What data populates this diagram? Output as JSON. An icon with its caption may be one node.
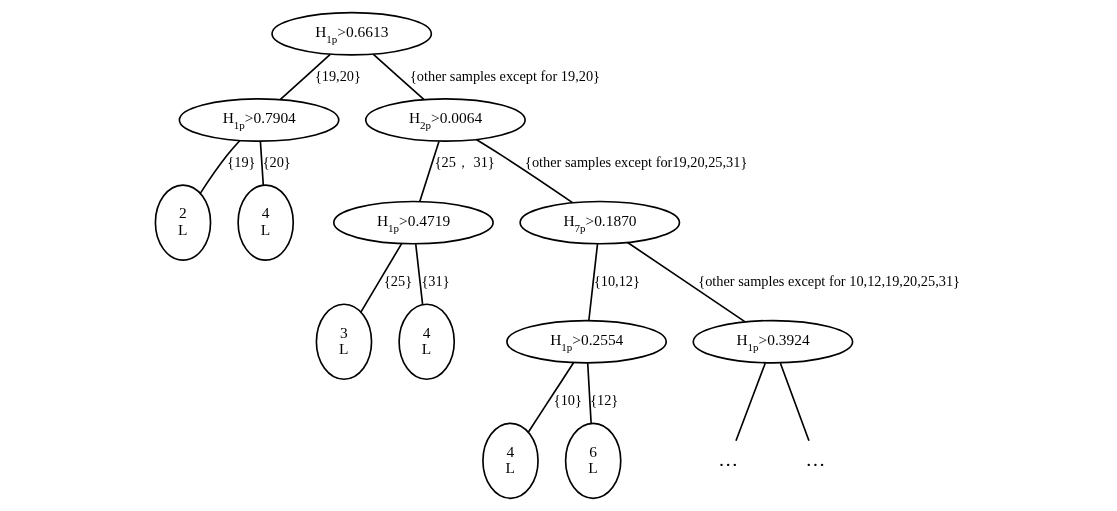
{
  "diagram": {
    "nodes": [
      {
        "text": [
          "H$_{1p}$>0.6613"
        ]
      },
      {
        "text": [
          "H$_{1p}$>0.7904"
        ]
      },
      {
        "text": [
          "H$_{2p}$>0.0064"
        ]
      },
      {
        "text": [
          "2",
          "L"
        ]
      },
      {
        "text": [
          "4",
          "L"
        ]
      },
      {
        "text": [
          "H$_{1p}$>0.4719"
        ]
      },
      {
        "text": [
          "H$_{7p}$>0.1870"
        ]
      },
      {
        "text": [
          "3",
          "L"
        ]
      },
      {
        "text": [
          "4",
          "L"
        ]
      },
      {
        "text": [
          "H$_{1p}$>0.2554"
        ]
      },
      {
        "text": [
          "H$_{1p}$>0.3924"
        ]
      },
      {
        "text": [
          "4",
          "L"
        ]
      },
      {
        "text": [
          "6",
          "L"
        ]
      },
      {
        "text": [
          "…"
        ]
      },
      {
        "text": [
          "…"
        ]
      }
    ],
    "edges": [
      {
        "from": 0,
        "to": 1,
        "arrow": "none",
        "label": "{19,20}"
      },
      {
        "from": 0,
        "to": 2,
        "arrow": "none",
        "label": "{other samples except for 19,20}"
      },
      {
        "from": 1,
        "to": 3,
        "arrow": "none",
        "label": "{19}"
      },
      {
        "from": 1,
        "to": 4,
        "arrow": "none",
        "label": "{20}"
      },
      {
        "from": 2,
        "to": 5,
        "arrow": "none",
        "label": "{25， 31}"
      },
      {
        "from": 2,
        "to": 6,
        "arrow": "none",
        "label": "{other samples except for19,20,25,31}"
      },
      {
        "from": 5,
        "to": 7,
        "arrow": "none",
        "label": "{25}"
      },
      {
        "from": 5,
        "to": 8,
        "arrow": "none",
        "label": "{31}"
      },
      {
        "from": 6,
        "to": 9,
        "arrow": "none",
        "label": "{10,12}"
      },
      {
        "from": 6,
        "to": 10,
        "arrow": "none",
        "label": "{other samples except for 10,12,19,20,25,31}"
      },
      {
        "from": 9,
        "to": 11,
        "arrow": "none",
        "label": "{10}"
      },
      {
        "from": 9,
        "to": 12,
        "arrow": "none",
        "label": "{12}"
      },
      {
        "from": 10,
        "to": 13,
        "arrow": "none"
      },
      {
        "from": 10,
        "to": 14,
        "arrow": "none"
      }
    ]
  }
}
